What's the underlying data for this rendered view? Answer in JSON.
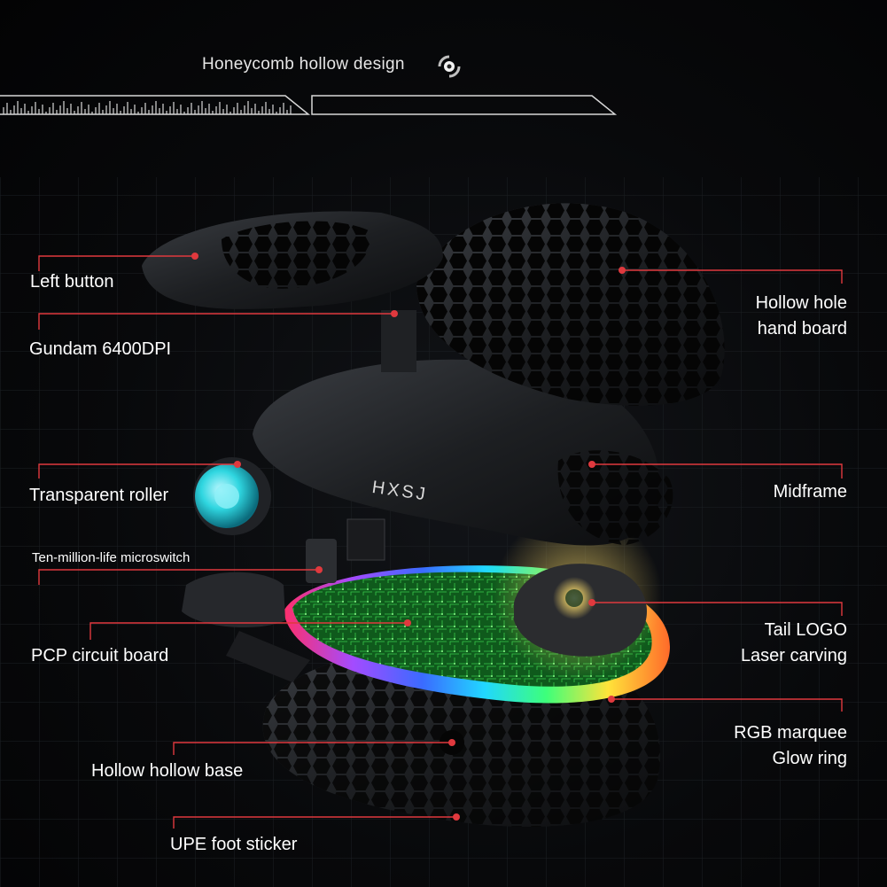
{
  "header": {
    "title": "Honeycomb hollow design",
    "icon": "target-ring-icon"
  },
  "colors": {
    "background": "#050607",
    "leader_line": "#e0393e",
    "text": "#ffffff",
    "roller_accent": "#2fd6e0",
    "logo_glow": "#f5d76a"
  },
  "labels": {
    "left_button": "Left button",
    "gundam_sensor": "Gundam 6400DPI",
    "transparent_roller": "Transparent roller",
    "microswitch": "Ten-million-life microswitch",
    "pcb": "PCP circuit board",
    "hollow_base": "Hollow hollow base",
    "foot_sticker": "UPE foot sticker",
    "hand_board_line1": "Hollow hole",
    "hand_board_line2": "hand board",
    "midframe": "Midframe",
    "tail_logo_line1": "Tail LOGO",
    "tail_logo_line2": "Laser carving",
    "rgb_line1": "RGB marquee",
    "rgb_line2": "Glow ring"
  },
  "brand_mark": "HXSJ"
}
